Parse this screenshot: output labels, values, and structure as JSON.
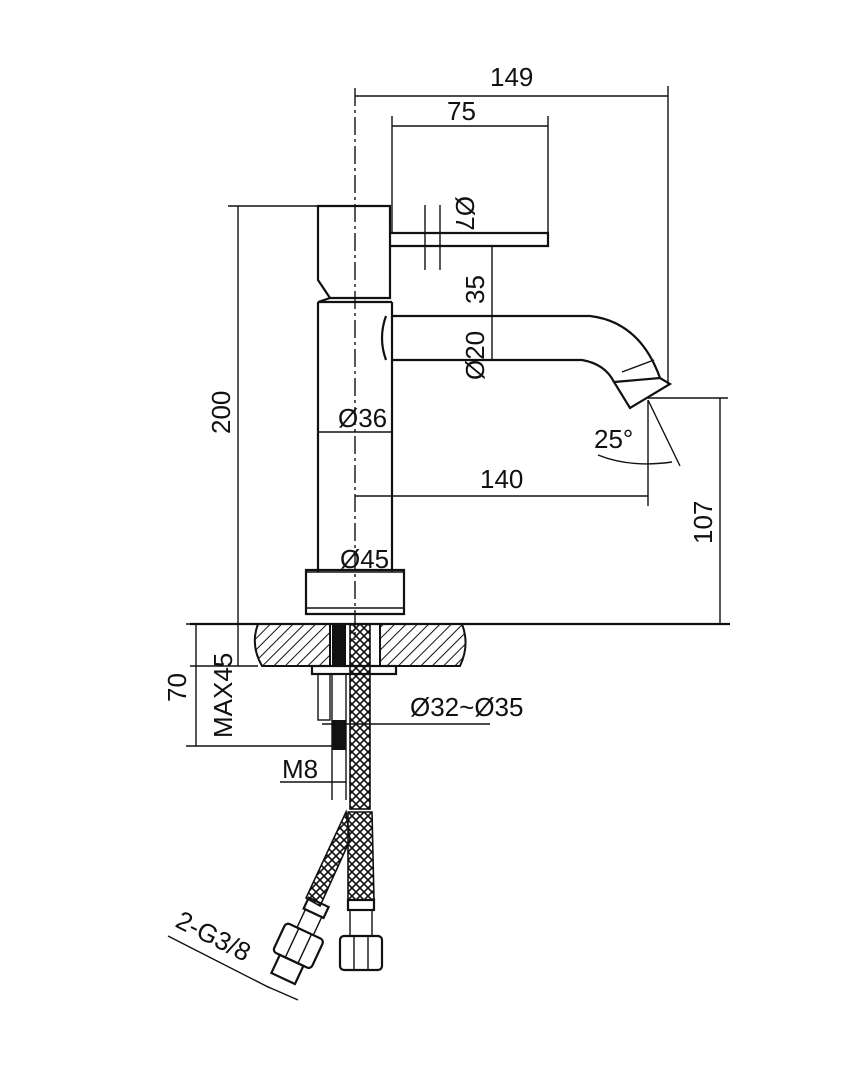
{
  "colors": {
    "line": "#111111",
    "background": "#ffffff"
  },
  "dimensions": {
    "overall_width": "149",
    "handle_length": "75",
    "handle_diameter": "Ø7",
    "handle_height": "35",
    "spout_diameter": "Ø20",
    "body_height": "200",
    "body_diameter": "Ø36",
    "spout_angle": "25°",
    "spout_reach": "140",
    "spout_height": "107",
    "base_diameter": "Ø45",
    "hole_depth": "70",
    "max_thickness": "MAX45",
    "hole_diameter": "Ø32~Ø35",
    "stud_thread": "M8",
    "hose_connection": "2-G3/8"
  }
}
